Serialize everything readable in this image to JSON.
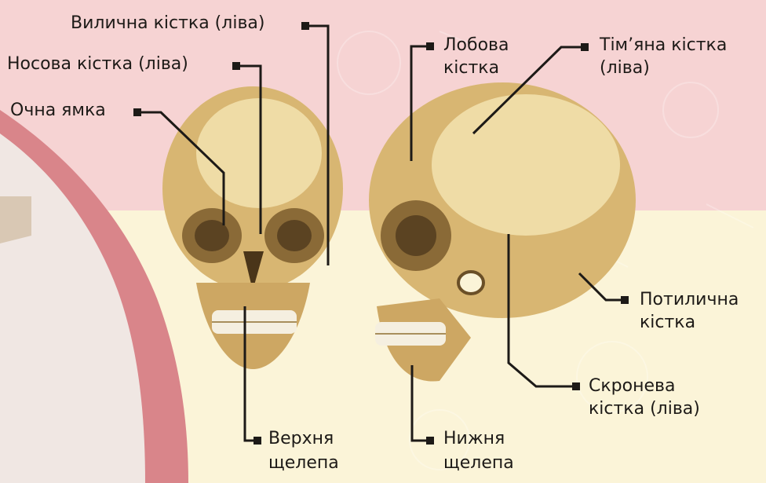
{
  "labels": {
    "zygomatic": "Вилична кістка (ліва)",
    "nasal": "Носова кістка (ліва)",
    "orbit": "Очна ямка",
    "frontal_line1": "Лобова",
    "frontal_line2": "кістка",
    "parietal_line1": "Тім’яна кістка",
    "parietal_line2": "(ліва)",
    "occipital_line1": "Потилична",
    "occipital_line2": "кістка",
    "temporal_line1": "Скронева",
    "temporal_line2": "кістка (ліва)",
    "maxilla_line1": "Верхня",
    "maxilla_line2": "щелепа",
    "mandible_line1": "Нижня",
    "mandible_line2": "щелепа"
  },
  "colors": {
    "background_top": "#f6d3d3",
    "background_bottom": "#fbf4d8",
    "bone_light": "#efdca6",
    "bone_mid": "#d8b672",
    "bone_dark": "#8a6a37",
    "line": "#1d1a17"
  }
}
